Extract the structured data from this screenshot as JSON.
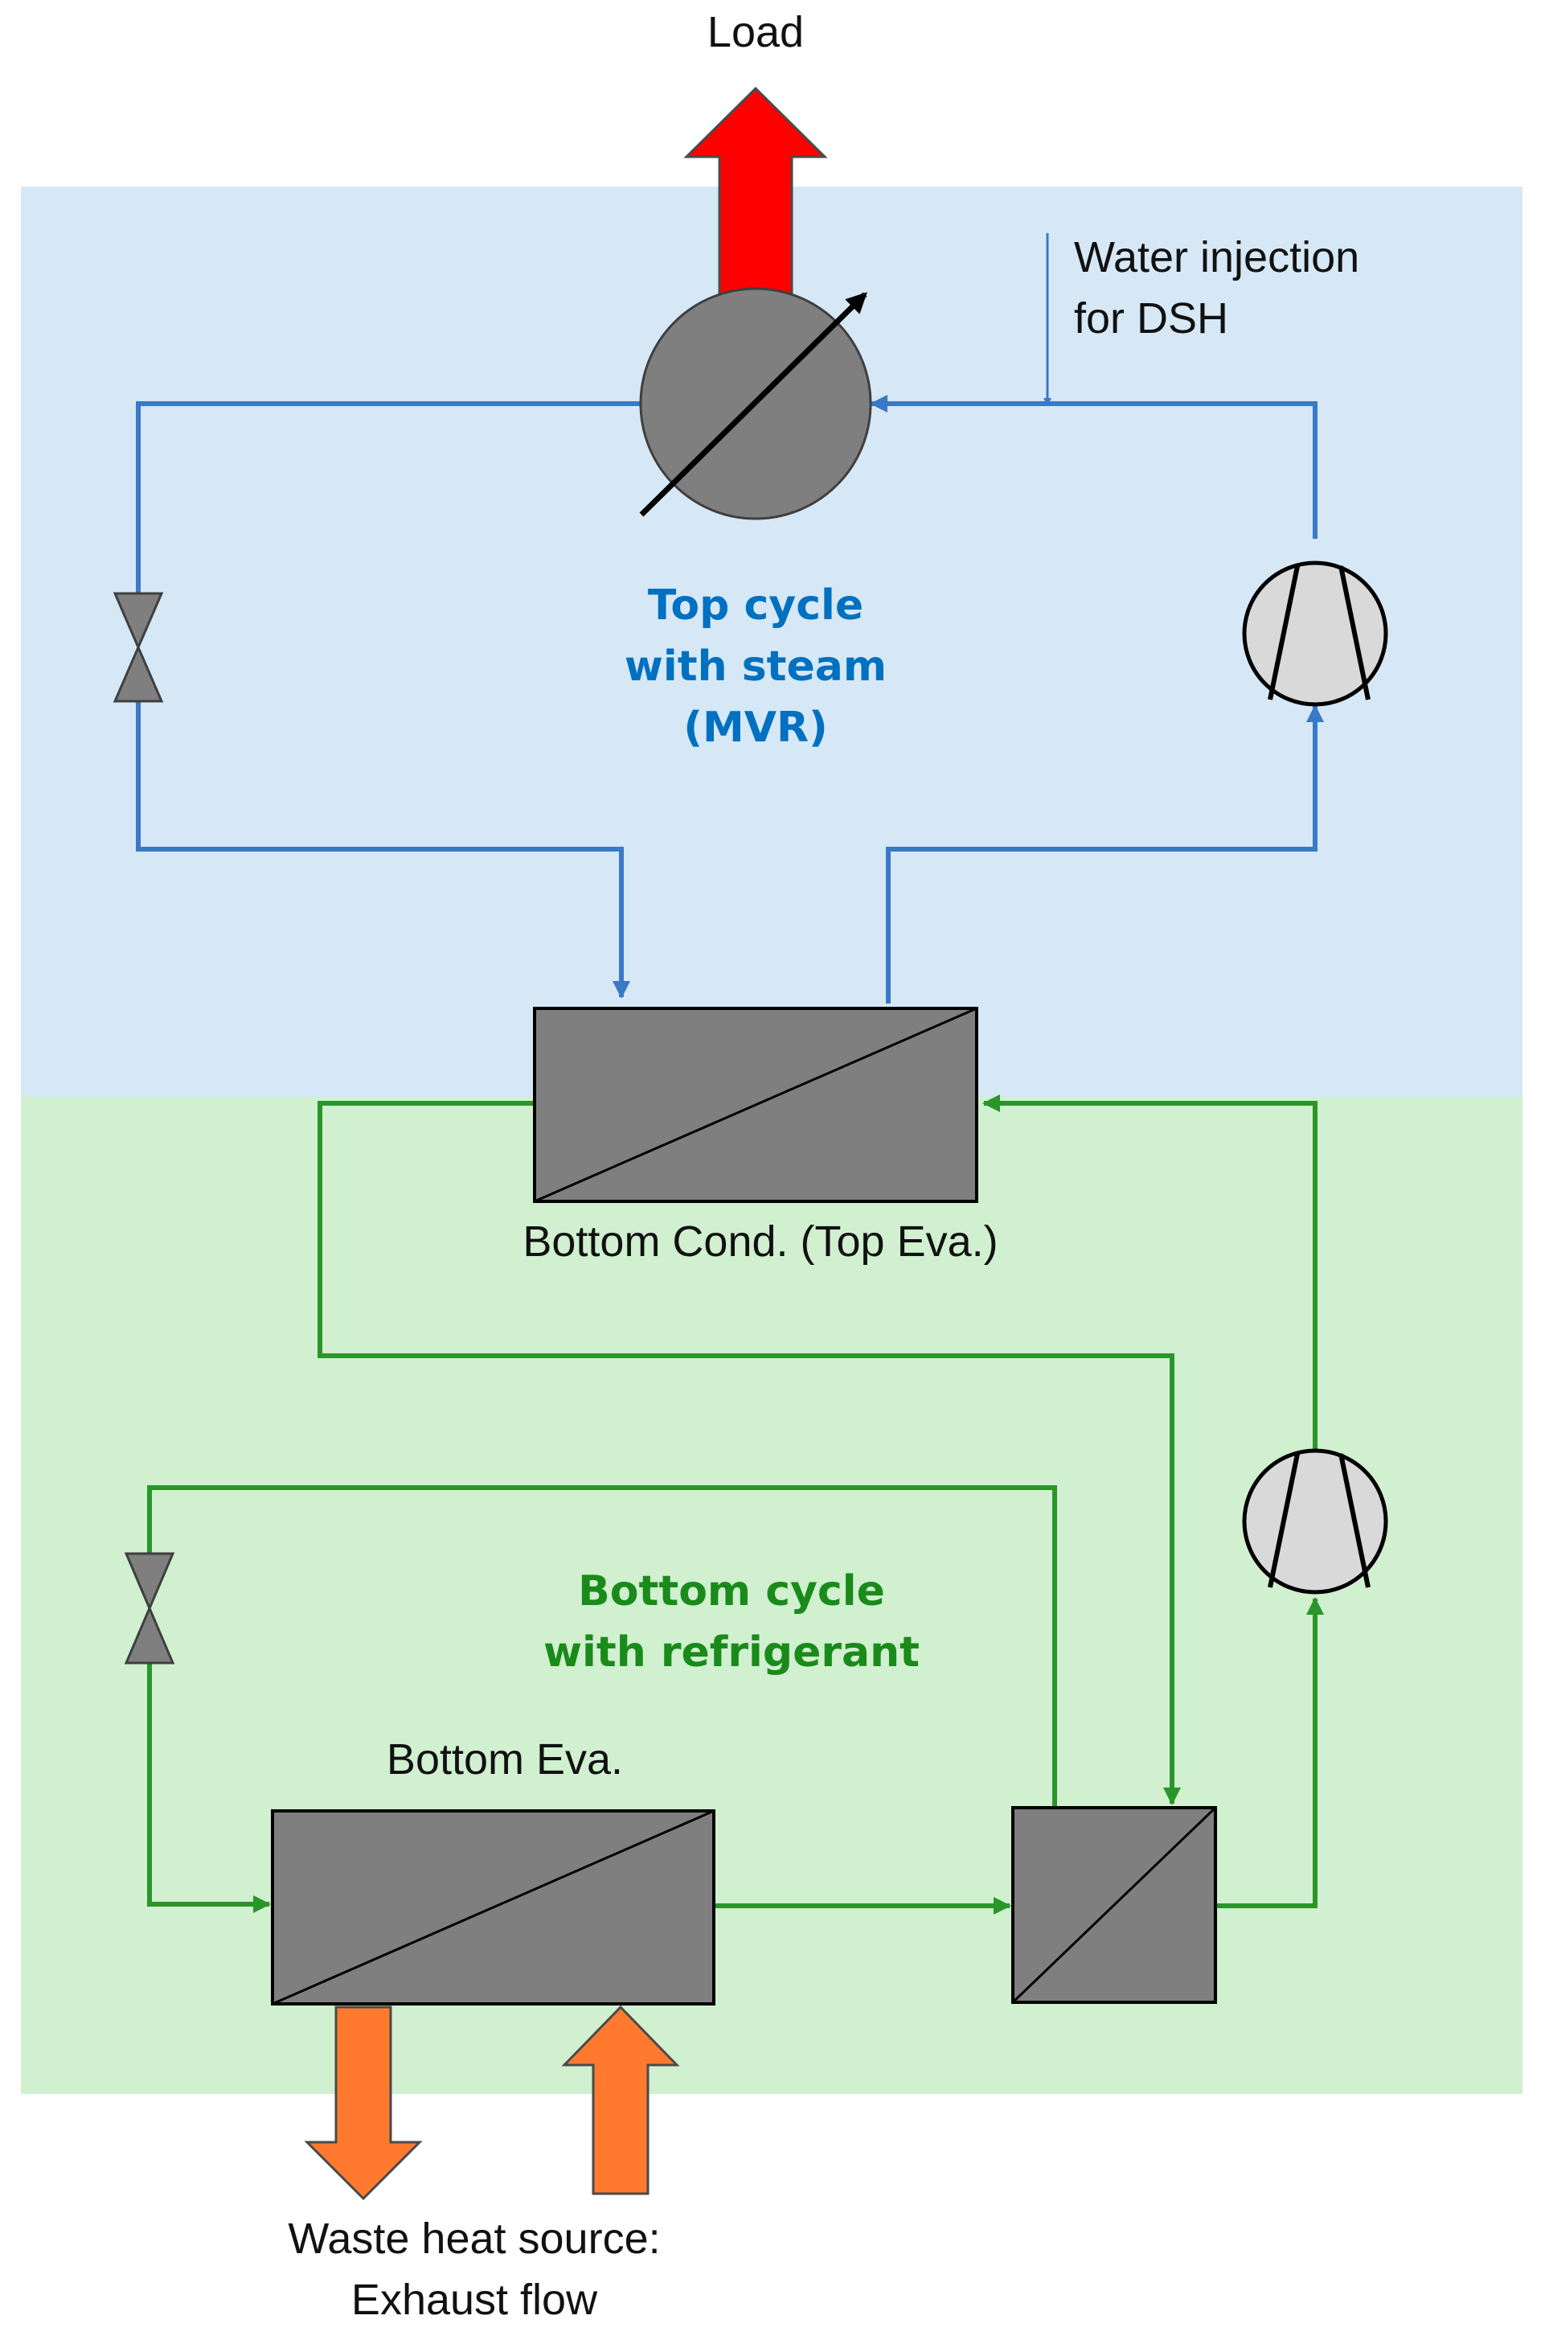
{
  "labels": {
    "load": "Load",
    "water_injection_line1": "Water injection",
    "water_injection_line2": "for DSH",
    "top_cycle_line1": "Top cycle",
    "top_cycle_line2": "with steam",
    "top_cycle_line3": "(MVR)",
    "bottom_cond": "Bottom Cond. (Top Eva.)",
    "bottom_cycle_line1": "Bottom cycle",
    "bottom_cycle_line2": "with refrigerant",
    "bottom_eva": "Bottom Eva.",
    "waste_heat_line1": "Waste heat source:",
    "waste_heat_line2": "Exhaust flow"
  },
  "colors": {
    "top_region": "#d6e8f6",
    "bottom_region": "#d0f0d0",
    "steam_line": "#3a78c8",
    "refrigerant_line": "#2a962a",
    "component_fill": "#7f7f7f",
    "compressor_fill": "#d9d9d9",
    "load_arrow": "#ff0000",
    "waste_heat_arrow": "#ff7a2e"
  }
}
